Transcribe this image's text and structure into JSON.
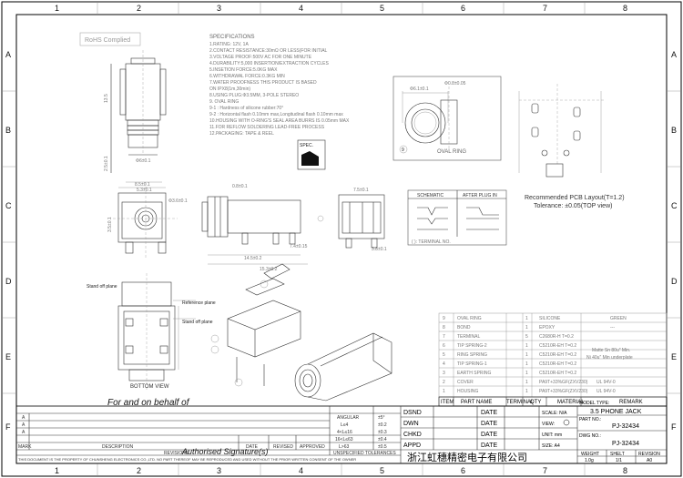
{
  "zones": {
    "cols": [
      "1",
      "2",
      "3",
      "4",
      "5",
      "6",
      "7",
      "8"
    ],
    "rows": [
      "A",
      "B",
      "C",
      "D",
      "E",
      "F"
    ]
  },
  "rohs": "RoHS Complied",
  "specs": {
    "title": "SPECIFICATIONS",
    "lines": [
      "1.RATING: 12V, 1A",
      "2.CONTACT RESISTANCE:30mΩ OR LESS(FOR INITIAL",
      "3.VOLTAGE PROOF:500V AC FOR ONE MINUTE",
      "4.DURABILITY:5,000 INSERTION/EXTRACTION CYCLES",
      "5.INSETION FORCE:5.0KG MAX",
      "6.WITHDRAWAL FORCE:0.3KG MIN",
      "7.WATER PROOFNESS THIS PRODUCT IS BASED",
      "   ON IPX8(1m,30min)",
      "8.USING PLUG:Φ3.5MM, 3-POLE STEREO",
      "9. OVAL RING",
      "  9-1 : Hardness of silicone rubber:70°",
      "  9-2 : Horizontal flash 0.10mm max,Longitudinal flash 0.10mm max",
      "10.HOUSING WITH O-RING'S SEAL AREA BURRS IS 0.05mm MAX",
      "11.FOR REFLOW SOLDERING LEAD-FREE PROCESS",
      "12.PACKAGING: TAPE & REEL"
    ]
  },
  "oval_ring": {
    "label": "OVAL RING",
    "dim": "Φ6.1±0.1",
    "dim2": "Φ0.8±0.05",
    "callout": "9"
  },
  "pcb": {
    "title": "Recommended PCB Layout(T=1.2)",
    "tolerance": "Tolerance: ±0.05(TOP view)"
  },
  "schematic": {
    "title": "SCHEMATIC",
    "after": "AFTER PLUG IN",
    "terminal": "( ): TERMINAL NO."
  },
  "dims": {
    "top_w": "Φ6±0.1",
    "top_h": "13.5",
    "top_h2": "2.5±0.1",
    "front_w": "8.5±0.1",
    "front_w2": "5.3±0.1",
    "front_d": "Φ3.6±0.1",
    "front_h": "3.5±0.1",
    "front_p": "3.5±0.1",
    "side_w": "14.5±0.2",
    "side_w2": "15.3±0.2",
    "side_w3": "7.4±0.15",
    "side_h": "0.8±0.1",
    "end_w": "7.5±0.1",
    "end_h": "3.8±0.1"
  },
  "labels": {
    "stand_off": "Stand off plane",
    "reference_plane": "Reference plane",
    "stand_off2": "Stand off plane",
    "bottom_view": "BOTTOM VIEW",
    "spec_box": "SPEC."
  },
  "bom": {
    "rows": [
      {
        "no": "9",
        "name": "OVAL RING",
        "qty": "1",
        "mat": "SILICONE",
        "rem": "GREEN"
      },
      {
        "no": "8",
        "name": "BOND",
        "qty": "1",
        "mat": "EPOXY",
        "rem": "---"
      },
      {
        "no": "7",
        "name": "TERMINAL",
        "qty": "5",
        "mat": "C2680R-H T=0.2",
        "rem": ""
      },
      {
        "no": "6",
        "name": "TIP SPRING-2",
        "qty": "1",
        "mat": "C5210R-EH T=0.2",
        "rem": ""
      },
      {
        "no": "5",
        "name": "RING SPRING",
        "qty": "1",
        "mat": "C5210R-EH T=0.2",
        "rem": "Matte Sn 80u\" Min."
      },
      {
        "no": "4",
        "name": "TIP SPRING-1",
        "qty": "1",
        "mat": "C5210R-EH T=0.2",
        "rem": "Ni 40u\" Min underplate"
      },
      {
        "no": "3",
        "name": "EARTH SPRING",
        "qty": "1",
        "mat": "C5210R-EH T=0.2",
        "rem": ""
      },
      {
        "no": "2",
        "name": "COVER",
        "qty": "1",
        "mat": "PA9T+33%GF(ZXV230)",
        "rem": "UL 94V-0"
      },
      {
        "no": "1",
        "name": "HOUSING",
        "qty": "1",
        "mat": "PA9T+33%GF(ZXV230)",
        "rem": "UL 94V-0"
      }
    ],
    "header": {
      "item": "ITEM",
      "part": "PART NAME",
      "terminal": "TERMINAL",
      "qty": "QTY",
      "material": "MATERIAL",
      "remark": "REMARK"
    }
  },
  "titleblock": {
    "dsnd": "DSND",
    "dwn": "DWN",
    "chkd": "CHKD",
    "appd": "APPD",
    "date": "DATE",
    "model_type_label": "MODEL TYPE:",
    "model_type": "3.5 PHONE JACK",
    "part_no_label": "PART NO.:",
    "part_no": "PJ-32434",
    "dwg_no_label": "DWG NO.:",
    "dwg_no": "PJ-32434",
    "scale": "SCALE: N/A",
    "view": "VIEW:",
    "unit": "UNIT: mm",
    "size": "SIZE: A4",
    "weight_label": "WEIGHT",
    "weight": "1.0g",
    "sheet_label": "SHELT",
    "sheet": "1/1",
    "rev_label": "REVISION",
    "rev": "A0",
    "company": "浙江虹穗精密电子有限公司"
  },
  "tolerances": {
    "title": "UNSPECIFIED TOLERANCES",
    "rows": [
      {
        "range": "ANGULAR",
        "tol": "±5°"
      },
      {
        "range": "L≤4",
        "tol": "±0.2"
      },
      {
        "range": "4<L≤16",
        "tol": "±0.3"
      },
      {
        "range": "16<L≤63",
        "tol": "±0.4"
      },
      {
        "range": "L>63",
        "tol": "±0.5"
      }
    ]
  },
  "revision": {
    "rows": [
      "A",
      "A",
      "A"
    ],
    "headers": {
      "mark": "MARK",
      "desc": "DESCRIPTION",
      "date": "DATE",
      "revised": "REVISED",
      "approved": "APPROVED"
    },
    "rev_label": "REVISIONS"
  },
  "behalf": "For and on behalf of",
  "authorised": "Authorised Signature(s)",
  "disclaimer": "THIS DOCUMENT IS THE PROPERTY OF CHUNSHENG ELECTRONICS CO.,LTD. NO PART THEREOF MAY BE REPRODUCED AND USED WITHOUT THE PRIOR WRITTEN CONSENT OF THE OWNER"
}
